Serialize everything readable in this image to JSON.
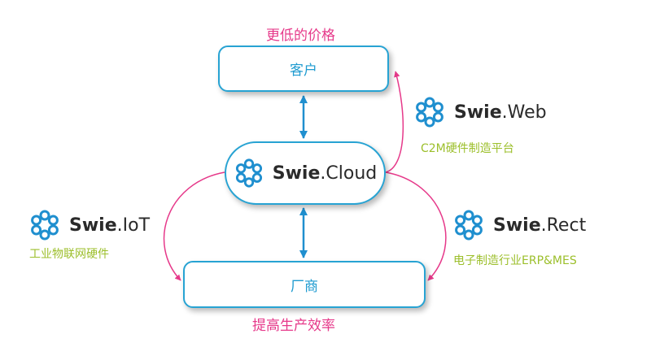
{
  "top_label": "更低的价格",
  "bottom_label": "提高生产效率",
  "nodes": {
    "customer": "客户",
    "factory": "厂商",
    "cloud": {
      "bold": "Swie",
      "light": ".Cloud"
    }
  },
  "products": {
    "web": {
      "bold": "Swie",
      "light": ".Web",
      "desc": "C2M硬件制造平台"
    },
    "iot": {
      "bold": "Swie",
      "light": ".IoT",
      "desc": "工业物联网硬件"
    },
    "rect": {
      "bold": "Swie",
      "light": ".Rect",
      "desc": "电子制造行业ERP&MES"
    }
  },
  "colors": {
    "box_border": "#27a3d3",
    "arrow_blue": "#1f8fcf",
    "arrow_pink": "#e6398a",
    "text_pink": "#e6398a",
    "text_green": "#9cbf2b",
    "logo_blue": "#1f8fcf"
  }
}
